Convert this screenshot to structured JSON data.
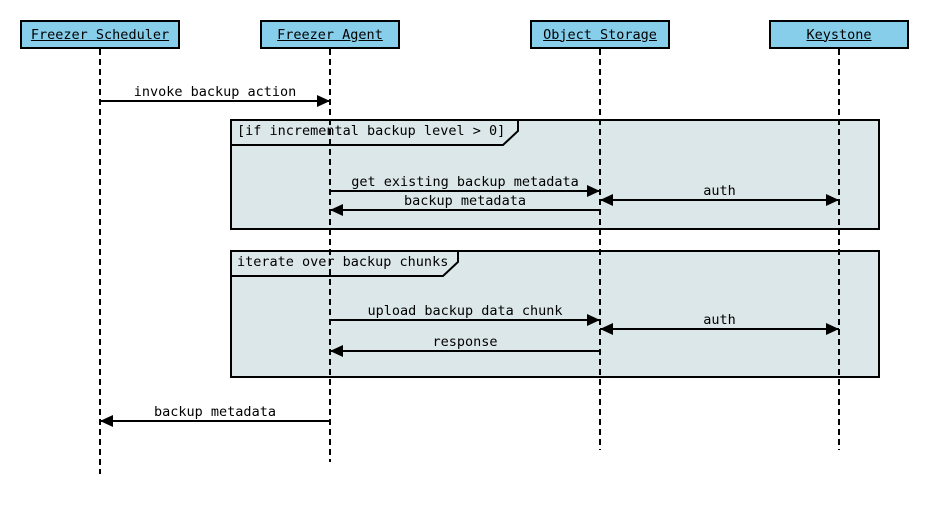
{
  "diagram": {
    "participants": [
      {
        "label": "Freezer Scheduler"
      },
      {
        "label": "Freezer Agent"
      },
      {
        "label": "Object Storage"
      },
      {
        "label": "Keystone"
      }
    ],
    "frames": [
      {
        "label": "[if incremental backup level > 0]"
      },
      {
        "label": "iterate over backup chunks"
      }
    ],
    "messages": [
      {
        "label": "invoke backup action",
        "from": "Freezer Scheduler",
        "to": "Freezer Agent",
        "arrow": "right"
      },
      {
        "label": "get existing backup metadata",
        "from": "Freezer Agent",
        "to": "Object Storage",
        "arrow": "right"
      },
      {
        "label": "auth",
        "from": "Object Storage",
        "to": "Keystone",
        "arrow": "both"
      },
      {
        "label": "backup metadata",
        "from": "Object Storage",
        "to": "Freezer Agent",
        "arrow": "left"
      },
      {
        "label": "upload backup data chunk",
        "from": "Freezer Agent",
        "to": "Object Storage",
        "arrow": "right"
      },
      {
        "label": "auth",
        "from": "Object Storage",
        "to": "Keystone",
        "arrow": "both"
      },
      {
        "label": "response",
        "from": "Object Storage",
        "to": "Freezer Agent",
        "arrow": "left"
      },
      {
        "label": "backup metadata",
        "from": "Freezer Agent",
        "to": "Freezer Scheduler",
        "arrow": "left"
      }
    ],
    "colors": {
      "participant_fill": "#87CEEB",
      "frame_fill": "#DCE7E9",
      "line": "#000000",
      "background": "#FFFFFF"
    }
  }
}
